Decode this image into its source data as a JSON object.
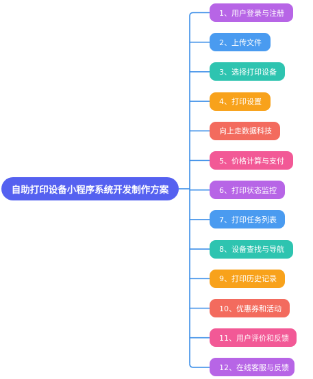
{
  "root": {
    "label": "自助打印设备小程序系统开发制作方案",
    "color": "#5561f0"
  },
  "connector_color": "#3b8ee8",
  "branches": [
    {
      "label": "1、用户登录与注册",
      "color": "#b765e6"
    },
    {
      "label": "2、上传文件",
      "color": "#4a9bf0"
    },
    {
      "label": "3、选择打印设备",
      "color": "#2ec4b0"
    },
    {
      "label": "4、打印设置",
      "color": "#f8a21b"
    },
    {
      "label": "向上走数据科技",
      "color": "#f36b5e"
    },
    {
      "label": "5、价格计算与支付",
      "color": "#f25996"
    },
    {
      "label": "6、打印状态监控",
      "color": "#b765e6"
    },
    {
      "label": "7、打印任务列表",
      "color": "#4a9bf0"
    },
    {
      "label": "8、设备查找与导航",
      "color": "#2ec4b0"
    },
    {
      "label": "9、打印历史记录",
      "color": "#f8a21b"
    },
    {
      "label": "10、优惠券和活动",
      "color": "#f36b5e"
    },
    {
      "label": "11、用户评价和反馈",
      "color": "#f25996"
    },
    {
      "label": "12、在线客服与反馈",
      "color": "#b765e6"
    }
  ]
}
